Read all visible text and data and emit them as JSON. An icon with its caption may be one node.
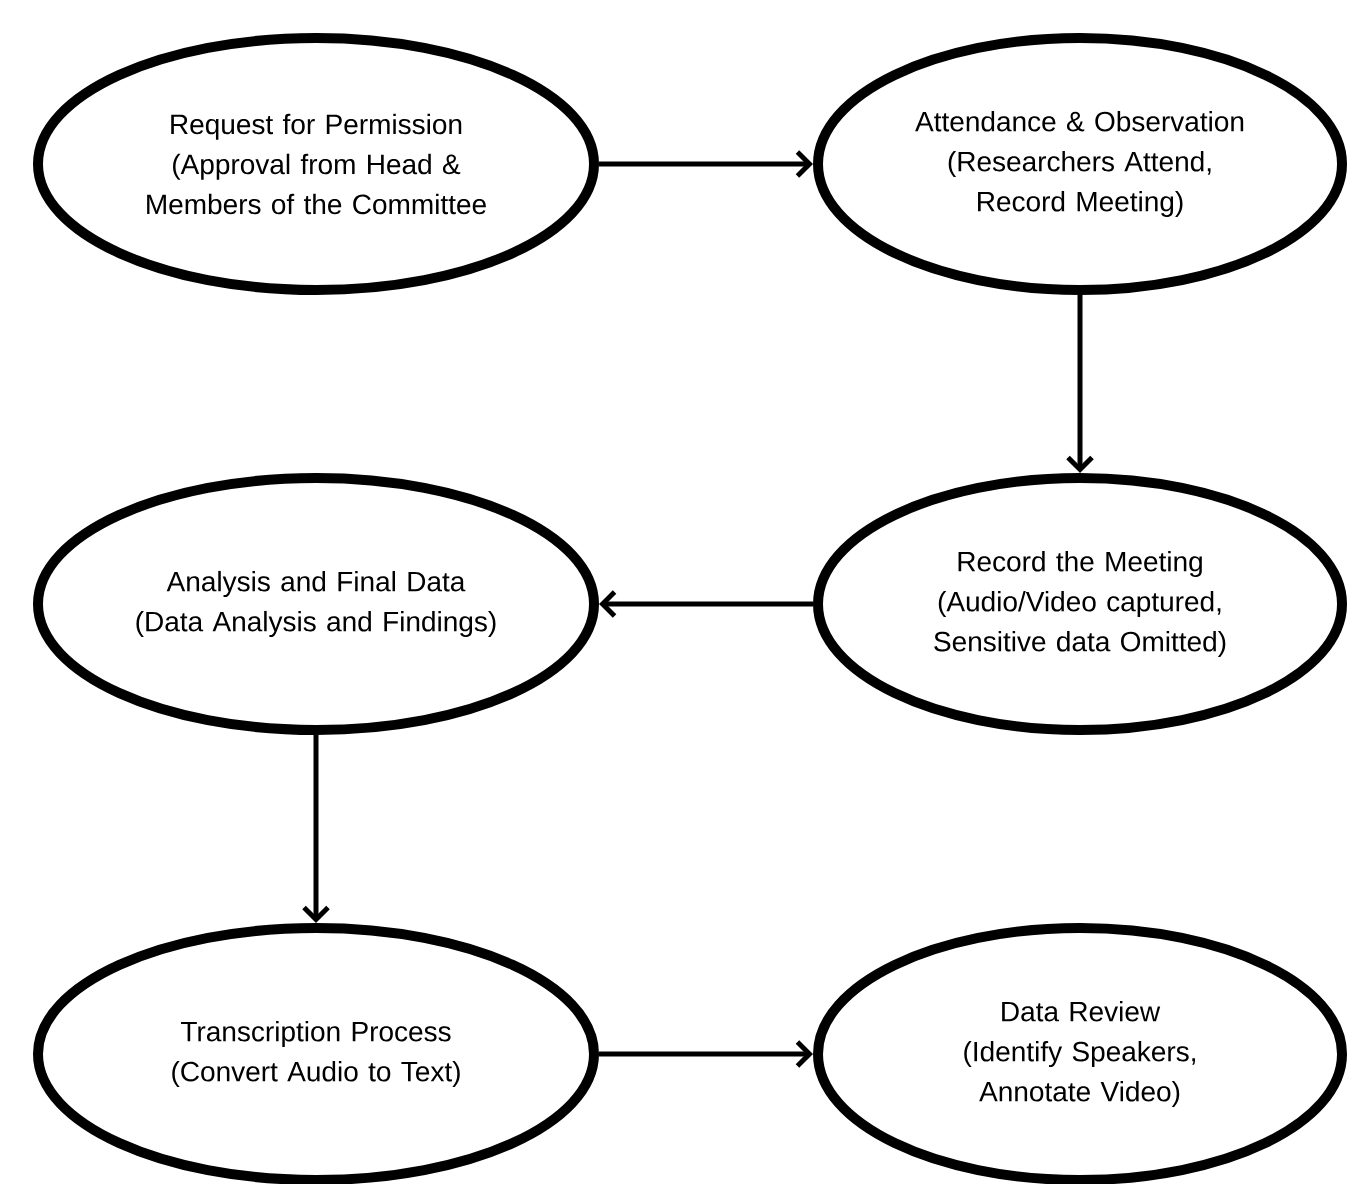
{
  "diagram": {
    "nodes": [
      {
        "text": [
          "Request for Permission",
          "(Approval from Head & Members of the Committee"
        ]
      },
      {
        "text": [
          "Attendance & Observation",
          "(Researchers Attend, Record Meeting)"
        ]
      },
      {
        "text": [
          "Record the Meeting",
          "(Audio/Video captured, Sensitive data Omitted)"
        ]
      },
      {
        "text": [
          "Analysis and Final Data",
          "(Data Analysis and Findings)"
        ]
      },
      {
        "text": [
          "Transcription Process",
          "(Convert Audio to Text)"
        ]
      },
      {
        "text": [
          "Data Review",
          "(Identify Speakers, Annotate Video)"
        ]
      }
    ],
    "edges": [
      {
        "from": 0,
        "to": 1,
        "arrow": "to"
      },
      {
        "from": 1,
        "to": 2,
        "arrow": "to"
      },
      {
        "from": 2,
        "to": 3,
        "arrow": "to"
      },
      {
        "from": 3,
        "to": 4,
        "arrow": "to"
      },
      {
        "from": 4,
        "to": 5,
        "arrow": "to"
      }
    ]
  }
}
